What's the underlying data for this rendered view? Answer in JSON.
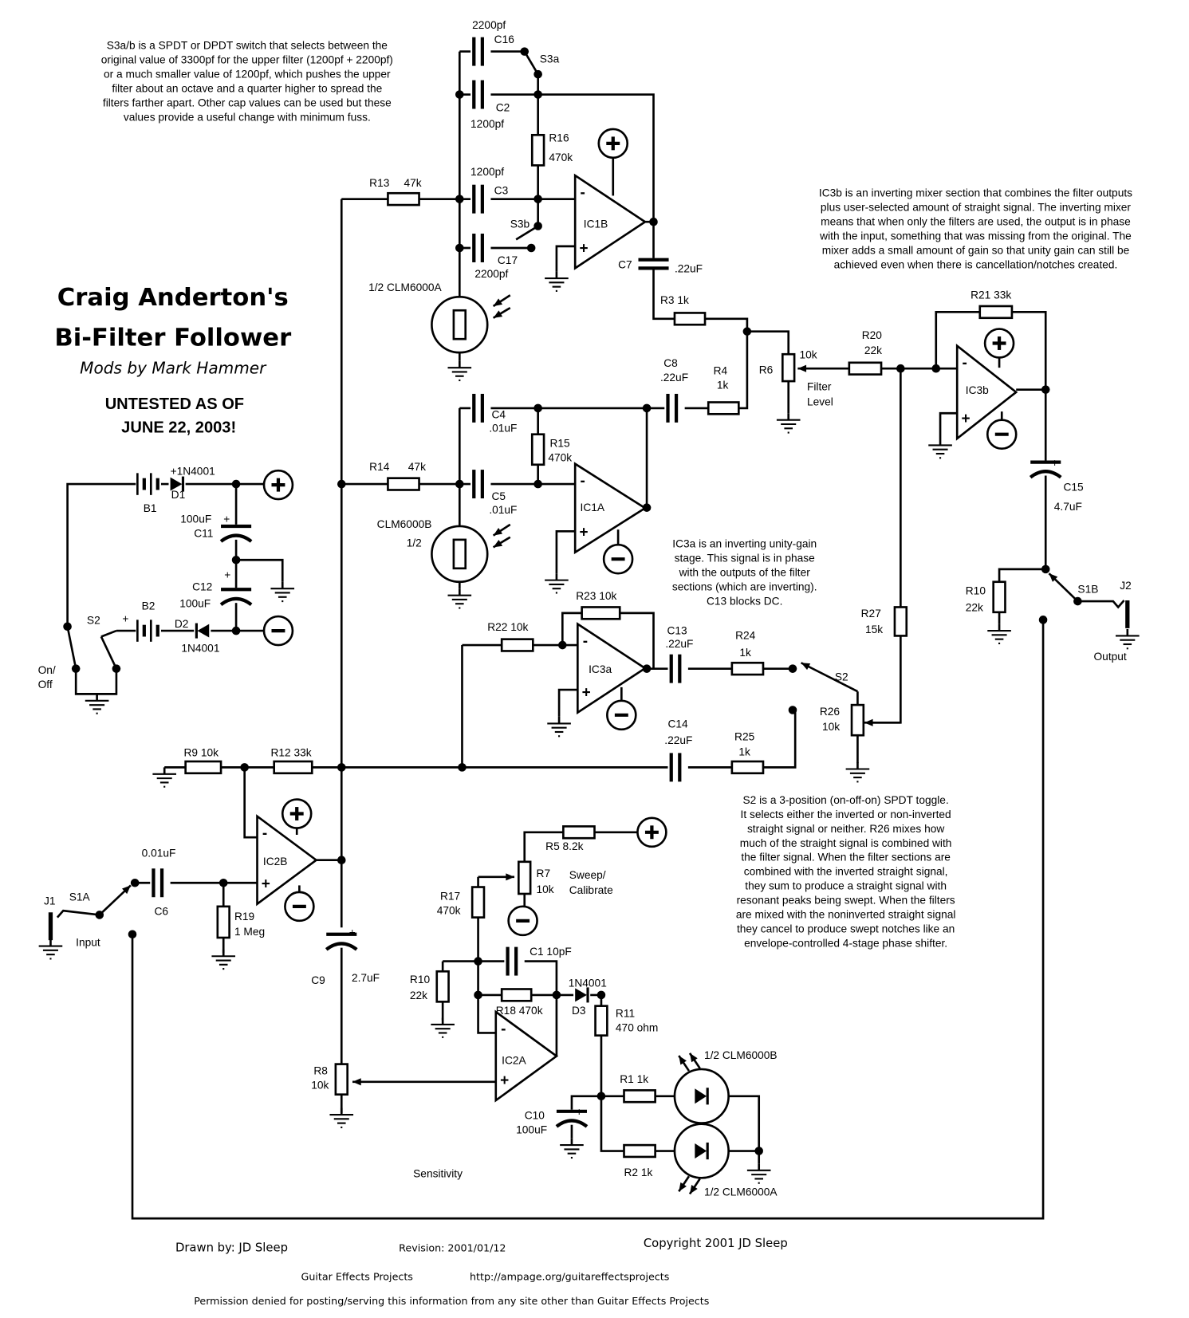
{
  "title": {
    "line1": "Craig Anderton's",
    "line2": "Bi-Filter Follower",
    "line3": "Mods by Mark Hammer",
    "status1": "UNTESTED AS OF",
    "status2": "JUNE 22, 2003!"
  },
  "notes": {
    "s3": [
      "S3a/b is a SPDT or DPDT switch that selects between the",
      "original value of 3300pf for the upper filter (1200pf + 2200pf)",
      "or a much smaller value of 1200pf, which pushes the upper",
      "filter about an octave and a quarter higher to spread the",
      "filters farther apart.  Other cap values can be used but these",
      "values provide a useful change with minimum fuss."
    ],
    "ic3b": [
      "IC3b is an inverting mixer section that combines the filter outputs",
      "plus user-selected amount of straight signal.  The inverting mixer",
      "means that when only the filters are used, the output is in phase",
      "with the input, something that was missing from the original.  The",
      "mixer adds a small amount of gain so that unity gain can still be",
      "achieved even when there is cancellation/notches created."
    ],
    "ic3a": [
      "IC3a is an inverting unity-gain",
      "stage.  This signal is in phase",
      "with the outputs of the filter",
      "sections (which are inverting).",
      "C13 blocks DC."
    ],
    "s2": [
      "S2 is a 3-position (on-off-on) SPDT toggle.",
      "It selects either the inverted or non-inverted",
      "straight signal or neither.  R26 mixes how",
      "much of the straight signal is combined with",
      "the filter signal.  When the filter sections are",
      "combined with the inverted straight signal,",
      "they sum to produce a straight signal with",
      "resonant peaks being swept.  When the filters",
      "are mixed with the noninverted straight signal",
      "they cancel to produce swept notches like an",
      "envelope-controlled 4-stage phase shifter."
    ]
  },
  "labels": {
    "c16v": "2200pf",
    "c16": "C16",
    "s3a": "S3a",
    "c2": "C2",
    "c2v": "1200pf",
    "r16": "R16",
    "r16v": "470k",
    "c3v": "1200pf",
    "c3": "C3",
    "r13": "R13",
    "r13v": "47k",
    "s3b": "S3b",
    "c17": "C17",
    "c17v": "2200pf",
    "ic1b": "IC1B",
    "c7": "C7",
    "c7v": ".22uF",
    "ldr1": "1/2 CLM6000A",
    "r3": "R3 1k",
    "c4": "C4",
    "c4v": ".01uF",
    "r15": "R15",
    "r15v": "470k",
    "r14": "R14",
    "r14v": "47k",
    "c5": "C5",
    "c5v": ".01uF",
    "ic1a": "IC1A",
    "ldr2a": "CLM6000B",
    "ldr2b": "1/2",
    "c8": "C8",
    "c8v": ".22uF",
    "r4": "R4",
    "r4v": "1k",
    "r6": "R6",
    "r6v": "10k",
    "fl1": "Filter",
    "fl2": "Level",
    "r20": "R20",
    "r20v": "22k",
    "r21": "R21  33k",
    "ic3b": "IC3b",
    "c15p": "+",
    "c15": "C15",
    "c15v": "4.7uF",
    "r10b": "R10",
    "r10bv": "22k",
    "s1b": "S1B",
    "j2": "J2",
    "out": "Output",
    "r27": "R27",
    "r27v": "15k",
    "r22": "R22  10k",
    "r23": "R23  10k",
    "ic3a": "IC3a",
    "c13": "C13",
    "c13v": ".22uF",
    "r24": "R24",
    "r24v": "1k",
    "s2": "S2",
    "r26": "R26",
    "r26v": "10k",
    "c14": "C14",
    "c14v": ".22uF",
    "r25": "R25",
    "r25v": "1k",
    "r9": "R9  10k",
    "r12": "R12  33k",
    "ic2b": "IC2B",
    "c6v": "0.01uF",
    "c6": "C6",
    "r19": "R19",
    "r19v": "1 Meg",
    "j1": "J1",
    "s1a": "S1A",
    "in": "Input",
    "c9p": "+",
    "c9": "C9",
    "c9v": "2.7uF",
    "r8": "R8",
    "r8v": "10k",
    "d1": "+1N4001",
    "d1n": "D1",
    "b1": "B1",
    "c11v": "100uF",
    "c11": "C11",
    "c11p": "+",
    "c12": "C12",
    "c12v": "100uF",
    "c12p": "+",
    "b2": "B2",
    "b2p": "+",
    "d2n": "D2",
    "d2": "1N4001",
    "sw2": "S2",
    "on": "On/",
    "off": "Off",
    "r5": "R5  8.2k",
    "r7": "R7",
    "r7v": "10k",
    "sw1": "Sweep/",
    "sw2b": "Calibrate",
    "r17": "R17",
    "r17v": "470k",
    "c1": "C1  10pF",
    "r10": "R10",
    "r10v": "22k",
    "r18": "R18 470k",
    "d3v": "1N4001",
    "d3": "D3",
    "ic2a": "IC2A",
    "r11": "R11",
    "r11v": "470 ohm",
    "c10": "C10",
    "c10v": "100uF",
    "c10p": "+",
    "r1": "R1  1k",
    "r2": "R2  1k",
    "led1": "1/2 CLM6000B",
    "led2": "1/2 CLM6000A",
    "sens": "Sensitivity"
  },
  "footer": {
    "drawn": "Drawn by: JD Sleep",
    "revision": "Revision:  2001/01/12",
    "copyright": "Copyright 2001  JD Sleep",
    "site": "Guitar Effects Projects",
    "url": "http://ampage.org/guitareffectsprojects",
    "permission": "Permission denied for posting/serving this information from any site other than Guitar Effects Projects"
  },
  "colors": {
    "ink": "#000000",
    "background": "#ffffff"
  }
}
